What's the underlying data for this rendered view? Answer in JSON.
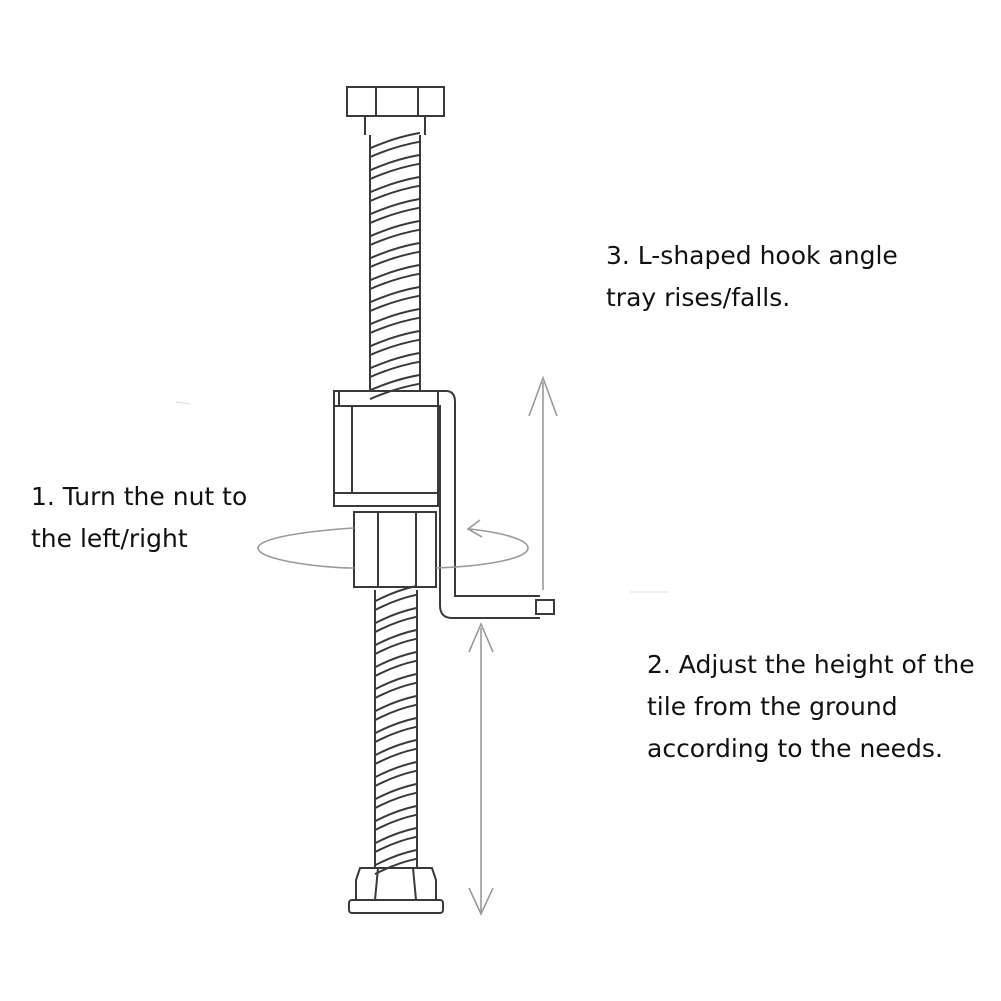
{
  "colors": {
    "line": "#3a3a3a",
    "arrow": "#9a9a9a",
    "background": "#ffffff",
    "text": "#111111"
  },
  "icons": {
    "bolt": "threaded-bolt-icon",
    "rotate": "rotation-arrow-icon",
    "up": "up-arrow-icon",
    "height": "double-arrow-icon"
  },
  "labels": {
    "step1": {
      "line1": "1. Turn the nut to",
      "line2": "the left/right"
    },
    "step2": {
      "line1": "2. Adjust the height of the",
      "line2": "tile from the ground",
      "line3": "according to the needs."
    },
    "step3": {
      "line1": "3. L-shaped hook angle",
      "line2": "tray rises/falls."
    }
  }
}
